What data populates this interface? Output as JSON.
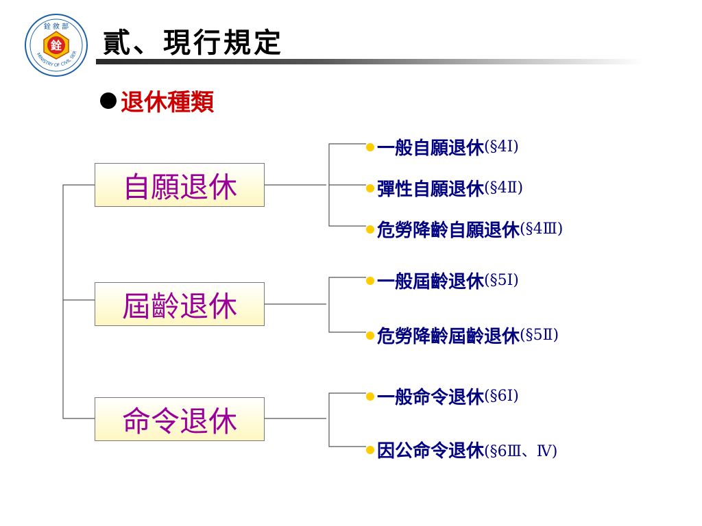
{
  "logo": {
    "text_top": "銓 敘 部",
    "text_center": "銓",
    "text_ring": "MINISTRY OF CIVIL SERVICE"
  },
  "title": "貳、現行規定",
  "section": "退休種類",
  "categories": [
    {
      "label": "自願退休",
      "items": [
        {
          "name": "一般自願退休",
          "law": "(§4Ⅰ)"
        },
        {
          "name": "彈性自願退休",
          "law": "(§4Ⅱ)"
        },
        {
          "name": "危勞降齡自願退休",
          "law": "(§4Ⅲ)"
        }
      ]
    },
    {
      "label": "屆齡退休",
      "items": [
        {
          "name": "一般屆齡退休",
          "law": "(§5Ⅰ)"
        },
        {
          "name": "危勞降齡屆齡退休",
          "law": "(§5Ⅱ)"
        }
      ]
    },
    {
      "label": "命令退休",
      "items": [
        {
          "name": "一般命令退休",
          "law": "(§6Ⅰ)"
        },
        {
          "name": "因公命令退休",
          "law": "(§6Ⅲ、Ⅳ)"
        }
      ]
    }
  ],
  "colors": {
    "category_text": "#990099",
    "item_text": "#000080",
    "section_text": "#cc0000",
    "bullet": "#ffcc00"
  }
}
